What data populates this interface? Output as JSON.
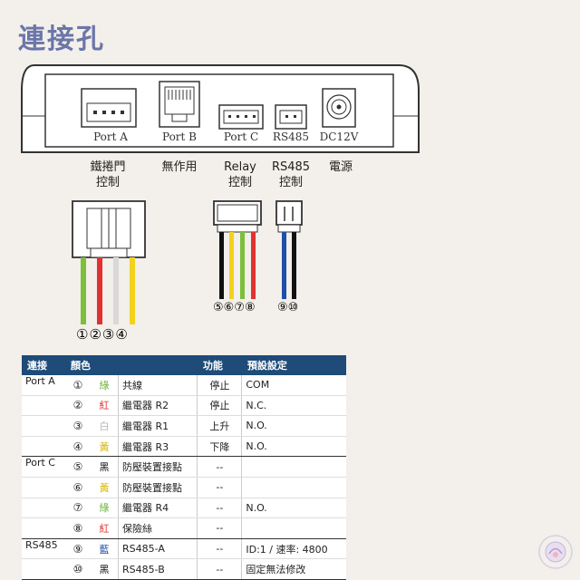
{
  "title": "連接孔",
  "ports": {
    "a": "Port A",
    "b": "Port B",
    "c": "Port C",
    "rs485": "RS485",
    "dc": "DC12V"
  },
  "functions": {
    "a_line1": "鐵捲門",
    "a_line2": "控制",
    "b_line1": "無作用",
    "c_line1": "Relay",
    "c_line2": "控制",
    "rs_line1": "RS485",
    "rs_line2": "控制",
    "dc_line1": "電源"
  },
  "wire_numbers": {
    "n1": "①",
    "n2": "②",
    "n3": "③",
    "n4": "④",
    "n5": "⑤",
    "n6": "⑥",
    "n7": "⑦",
    "n8": "⑧",
    "n9": "⑨",
    "n10": "⑩"
  },
  "wire_colors": {
    "green": "#7bbf3a",
    "red": "#e0322f",
    "white": "#d8d8d8",
    "yellow": "#f2d21c",
    "black": "#111111",
    "blue": "#1f4fa8"
  },
  "table": {
    "headers": [
      "連接",
      "顏色",
      "",
      "功能",
      "預設設定"
    ],
    "rows": [
      {
        "conn": "Port A",
        "num": "①",
        "color": "綠",
        "color_hex": "#6db33f",
        "name": "共線",
        "func": "停止",
        "setting": "COM"
      },
      {
        "conn": "",
        "num": "②",
        "color": "紅",
        "color_hex": "#e0322f",
        "name": "繼電器 R2",
        "func": "停止",
        "setting": "N.C."
      },
      {
        "conn": "",
        "num": "③",
        "color": "白",
        "color_hex": "#bbbbbb",
        "name": "繼電器 R1",
        "func": "上升",
        "setting": "N.O."
      },
      {
        "conn": "",
        "num": "④",
        "color": "黃",
        "color_hex": "#d9b400",
        "name": "繼電器 R3",
        "func": "下降",
        "setting": "N.O."
      },
      {
        "conn": "Port C",
        "num": "⑤",
        "color": "黑",
        "color_hex": "#111111",
        "name": "防壓裝置接點",
        "func": "--",
        "setting": ""
      },
      {
        "conn": "",
        "num": "⑥",
        "color": "黃",
        "color_hex": "#d9b400",
        "name": "防壓裝置接點",
        "func": "--",
        "setting": ""
      },
      {
        "conn": "",
        "num": "⑦",
        "color": "綠",
        "color_hex": "#6db33f",
        "name": "繼電器 R4",
        "func": "--",
        "setting": "N.O."
      },
      {
        "conn": "",
        "num": "⑧",
        "color": "紅",
        "color_hex": "#e0322f",
        "name": "保險絲",
        "func": "--",
        "setting": ""
      },
      {
        "conn": "RS485",
        "num": "⑨",
        "color": "藍",
        "color_hex": "#1f4fa8",
        "name": "RS485-A",
        "func": "--",
        "setting": "ID:1 / 速率: 4800"
      },
      {
        "conn": "",
        "num": "⑩",
        "color": "黑",
        "color_hex": "#111111",
        "name": "RS485-B",
        "func": "--",
        "setting": "固定無法修改"
      }
    ]
  }
}
